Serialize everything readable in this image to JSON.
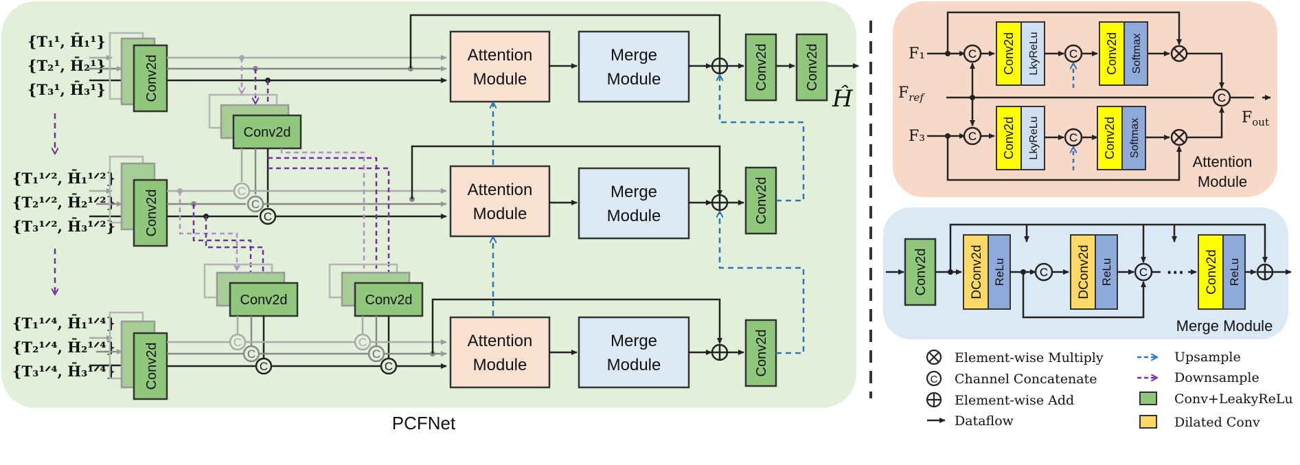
{
  "colors": {
    "main_panel": "#e2efd9",
    "attention_panel": "#f8d9c8",
    "merge_panel": "#dbe8f5",
    "conv_green": "#8fc87c",
    "attention_box": "#fbe1d2",
    "merge_box": "#dde9f6",
    "yellow": "#ffff00",
    "blue_box": "#8eaadb",
    "light_blue_box": "#cfe0f1",
    "dilated": "#ffd966",
    "upsample": "#2e75b6",
    "downsample": "#7030a0",
    "dataflow": "#222222"
  },
  "main": {
    "title": "PCFNet",
    "conv_label": "Conv2d",
    "attention_line1": "Attention",
    "attention_line2": "Module",
    "merge_line1": "Merge",
    "merge_line2": "Module",
    "output_symbol": "Ĥ",
    "concat_symbol": "C",
    "inputs": {
      "scale1": [
        "{T₁¹, H̄₁¹}",
        "{T₂¹, H̄₂¹}",
        "{T₃¹, H̄₃¹}"
      ],
      "scale2": [
        "{T₁¹ᐟ², H̄₁¹ᐟ²}",
        "{T₂¹ᐟ², H̄₂¹ᐟ²}",
        "{T₃¹ᐟ², H̄₃¹ᐟ²}"
      ],
      "scale3": [
        "{T₁¹ᐟ⁴, H̄₁¹ᐟ⁴}",
        "{T₂¹ᐟ⁴, H̄₂¹ᐟ⁴}",
        "{T₃¹ᐟ⁴, H̄₃¹ᐟ⁴}"
      ]
    }
  },
  "attention_detail": {
    "title_line1": "Attention",
    "title_line2": "Module",
    "f1": "F₁",
    "fref": "F",
    "fref_sub": "ref",
    "f3": "F₃",
    "fout": "F",
    "fout_sub": "out",
    "conv_label": "Conv2d",
    "lkyrelu_label": "LkyReLu",
    "softmax_label": "Softmax"
  },
  "merge_detail": {
    "title": "Merge Module",
    "conv_label": "Conv2d",
    "dconv_label": "DConv2d",
    "relu_label": "ReLu",
    "ellipsis": "···"
  },
  "legend": {
    "multiply": "Element-wise Multiply",
    "concat": "Channel Concatenate",
    "add": "Element-wise Add",
    "dataflow": "Dataflow",
    "upsample": "Upsample",
    "downsample": "Downsample",
    "conv_leaky": "Conv+LeakyReLu",
    "dilated": "Dilated Conv"
  }
}
